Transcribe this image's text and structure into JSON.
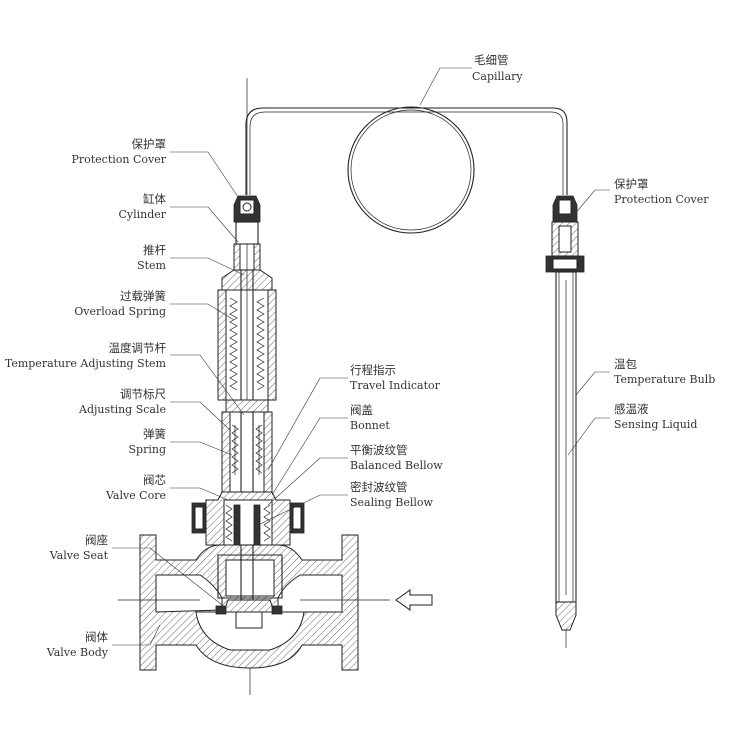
{
  "labels": {
    "capillary": {
      "zh": "毛细管",
      "en": "Capillary"
    },
    "protection_cover_left": {
      "zh": "保护罩",
      "en": "Protection Cover"
    },
    "cylinder": {
      "zh": "缸体",
      "en": "Cylinder"
    },
    "stem": {
      "zh": "推杆",
      "en": "Stem"
    },
    "overload_spring": {
      "zh": "过载弹簧",
      "en": "Overload Spring"
    },
    "temperature_adjusting_stem": {
      "zh": "温度调节杆",
      "en": "Temperature Adjusting Stem"
    },
    "adjusting_scale": {
      "zh": "调节标尺",
      "en": "Adjusting Scale"
    },
    "spring": {
      "zh": "弹簧",
      "en": "Spring"
    },
    "valve_core": {
      "zh": "阀芯",
      "en": "Valve Core"
    },
    "valve_seat": {
      "zh": "阀座",
      "en": "Valve Seat"
    },
    "valve_body": {
      "zh": "阀体",
      "en": "Valve Body"
    },
    "travel_indicator": {
      "zh": "行程指示",
      "en": "Travel Indicator"
    },
    "bonnet": {
      "zh": "阀盖",
      "en": "Bonnet"
    },
    "balanced_bellow": {
      "zh": "平衡波纹管",
      "en": "Balanced Bellow"
    },
    "sealing_bellow": {
      "zh": "密封波纹管",
      "en": "Sealing Bellow"
    },
    "protection_cover_right": {
      "zh": "保护罩",
      "en": "Protection Cover"
    },
    "temperature_bulb": {
      "zh": "温包",
      "en": "Temperature Bulb"
    },
    "sensing_liquid": {
      "zh": "感温液",
      "en": "Sensing Liquid"
    }
  },
  "icons": [
    "flow-arrow-icon"
  ]
}
